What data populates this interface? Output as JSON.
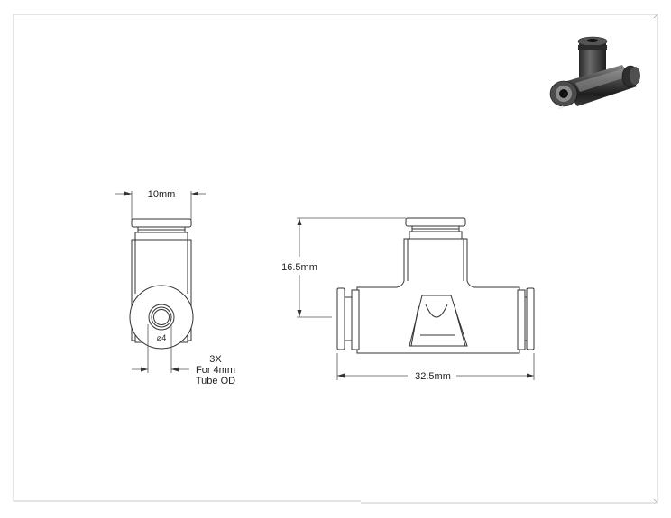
{
  "drawing": {
    "front_view": {
      "width_dim": "10mm",
      "diameter_label": "⌀4",
      "callout_lines": [
        "3X",
        "For 4mm",
        "Tube OD"
      ]
    },
    "side_view": {
      "height_dim": "16.5mm",
      "length_dim": "32.5mm"
    },
    "colors": {
      "line": "#333333",
      "border": "#bbbbbb",
      "iso_body": "#3a3a3a",
      "iso_highlight": "#9a9a9a"
    }
  }
}
